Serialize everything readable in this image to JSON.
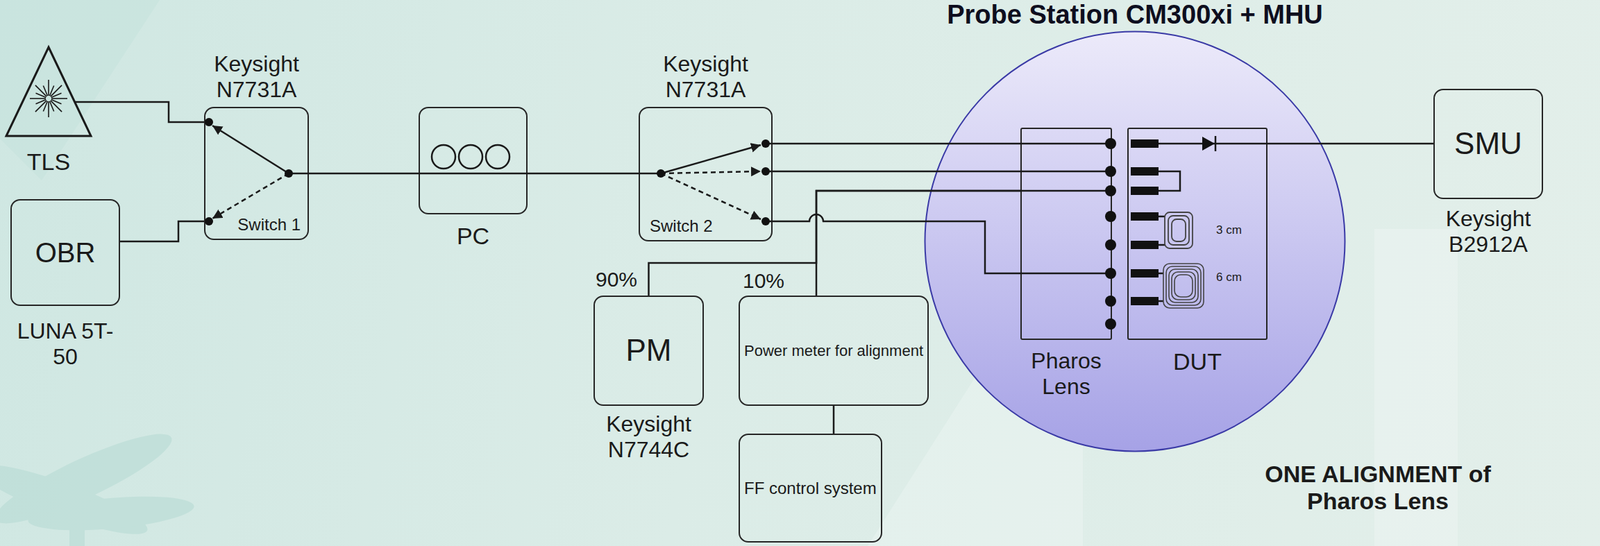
{
  "diagram": {
    "nodes": [
      {
        "text": [
          "TLS"
        ]
      },
      {
        "text": [
          "OBR",
          "LUNA 5T-50"
        ]
      },
      {
        "text": [
          "Keysight N7731A",
          "Switch 1"
        ]
      },
      {
        "text": [
          "PC"
        ]
      },
      {
        "text": [
          "Keysight N7731A",
          "Switch 2"
        ]
      },
      {
        "text": [
          "PM",
          "Keysight N7744C"
        ]
      },
      {
        "text": [
          "Power meter for alignment"
        ]
      },
      {
        "text": [
          "FF control system"
        ]
      },
      {
        "text": [
          "Probe Station CM300xi + MHU"
        ]
      },
      {
        "text": [
          "Pharos Lens"
        ],
        "in": 8
      },
      {
        "text": [
          "DUT"
        ],
        "in": 8
      },
      {
        "text": [
          "SMU",
          "Keysight B2912A"
        ]
      }
    ],
    "edges": [
      {
        "from": 0,
        "to": 2,
        "arrow": "none"
      },
      {
        "from": 1,
        "to": 2,
        "arrow": "none"
      },
      {
        "from": 2,
        "to": 3,
        "arrow": "none"
      },
      {
        "from": 3,
        "to": 4,
        "arrow": "none"
      },
      {
        "from": 4,
        "to": 9,
        "arrow": "none"
      },
      {
        "from": 4,
        "to": 9,
        "arrow": "none"
      },
      {
        "from": 4,
        "to": 9,
        "arrow": "none"
      },
      {
        "from": 9,
        "to": 5,
        "arrow": "none"
      },
      {
        "from": 9,
        "to": 6,
        "arrow": "none"
      },
      {
        "from": 6,
        "to": 7,
        "arrow": "none"
      },
      {
        "from": 10,
        "to": 11,
        "arrow": "none"
      }
    ],
    "labels": [
      "90%",
      "10%",
      "3 cm",
      "6 cm",
      "ONE ALIGNMENT of Pharos Lens"
    ]
  }
}
